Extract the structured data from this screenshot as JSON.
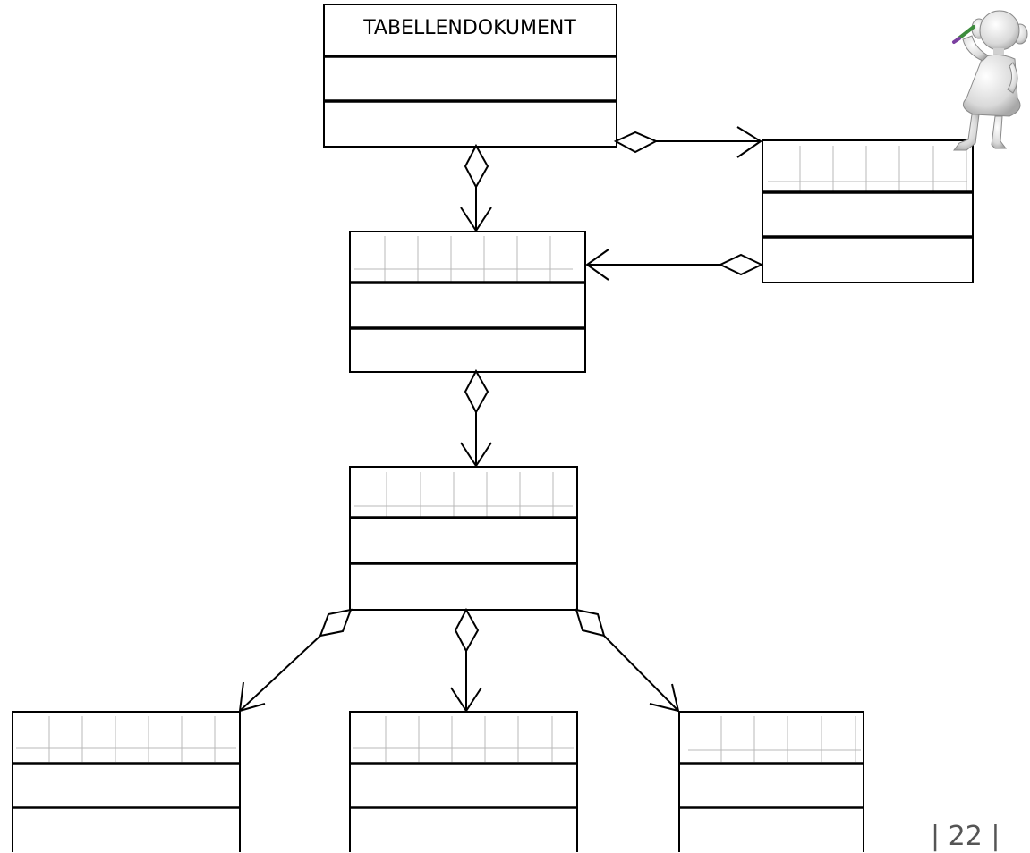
{
  "diagram": {
    "root_class": {
      "name": "TABELLENDOKUMENT"
    },
    "classes": [
      {
        "id": "root"
      },
      {
        "id": "right"
      },
      {
        "id": "level2"
      },
      {
        "id": "level3"
      },
      {
        "id": "bottom-left"
      },
      {
        "id": "bottom-middle"
      },
      {
        "id": "bottom-right"
      }
    ],
    "relations": [
      {
        "from": "root",
        "to": "right",
        "type": "aggregation"
      },
      {
        "from": "root",
        "to": "level2",
        "type": "aggregation"
      },
      {
        "from": "right",
        "to": "level2",
        "type": "aggregation"
      },
      {
        "from": "level2",
        "to": "level3",
        "type": "aggregation"
      },
      {
        "from": "level3",
        "to": "bottom-left",
        "type": "aggregation"
      },
      {
        "from": "level3",
        "to": "bottom-middle",
        "type": "aggregation"
      },
      {
        "from": "level3",
        "to": "bottom-right",
        "type": "aggregation"
      }
    ],
    "placeholder_name_cells": 6,
    "figure": "thinking-person-with-pen"
  },
  "footer": {
    "page_number": "| 22 |"
  },
  "colors": {
    "line": "#000000",
    "grid": "#b8b8b8",
    "page_number": "#555555"
  }
}
